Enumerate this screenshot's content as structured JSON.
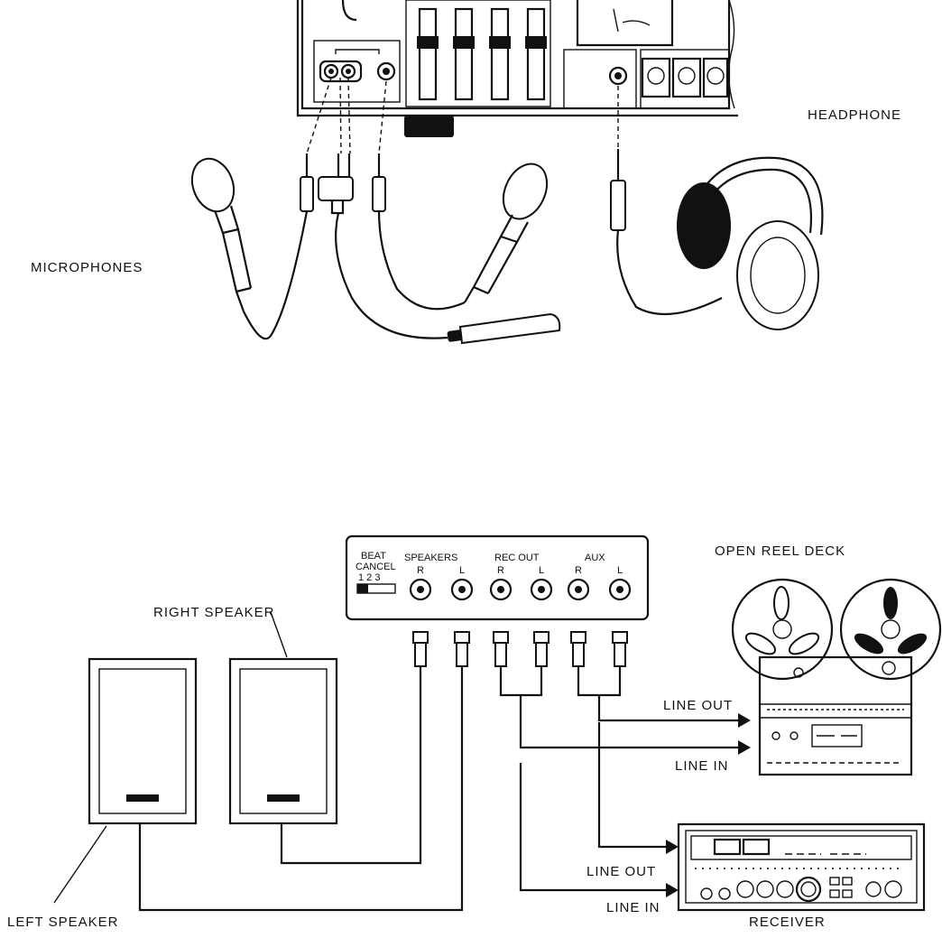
{
  "labels": {
    "headphone": "HEADPHONE",
    "microphones": "MICROPHONES",
    "open_reel_deck": "OPEN REEL DECK",
    "right_speaker": "RIGHT SPEAKER",
    "left_speaker": "LEFT SPEAKER",
    "receiver": "RECEIVER",
    "deck_line_out": "LINE OUT",
    "deck_line_in": "LINE IN",
    "receiver_line_out": "LINE OUT",
    "receiver_line_in": "LINE IN"
  },
  "rear_panel": {
    "beat_cancel_1": "BEAT",
    "beat_cancel_2": "CANCEL",
    "beat_cancel_positions": "1 2 3",
    "speakers": "SPEAKERS",
    "rec_out": "REC OUT",
    "aux": "AUX",
    "r": "R",
    "l": "L"
  },
  "colors": {
    "ink": "#111111",
    "paper": "#ffffff"
  }
}
